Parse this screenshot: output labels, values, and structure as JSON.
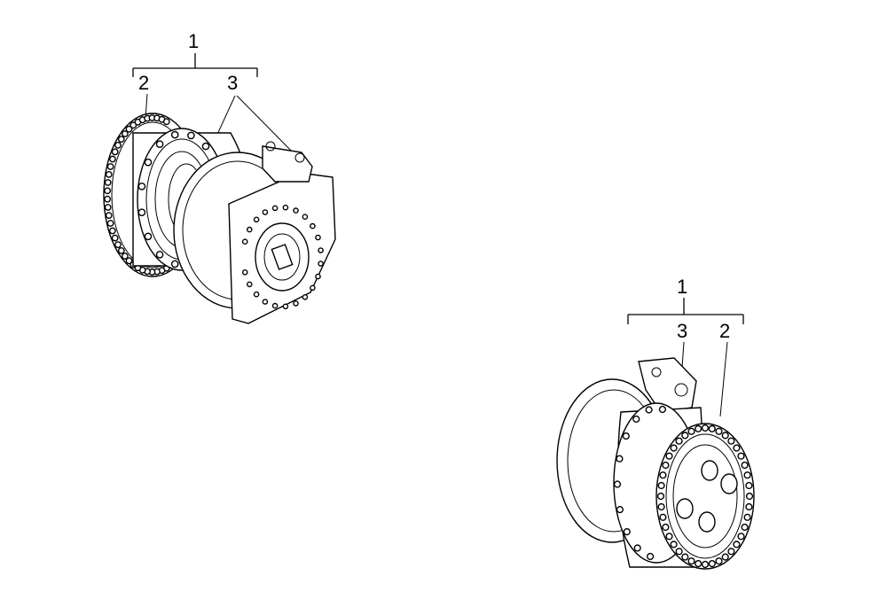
{
  "diagram": {
    "assemblies": [
      {
        "id": "left",
        "callouts": {
          "assembly": "1",
          "part_a": "2",
          "part_b": "3"
        }
      },
      {
        "id": "right",
        "callouts": {
          "assembly": "1",
          "part_a": "3",
          "part_b": "2"
        }
      }
    ],
    "colors": {
      "ink": "#000000",
      "paper": "#ffffff"
    }
  }
}
